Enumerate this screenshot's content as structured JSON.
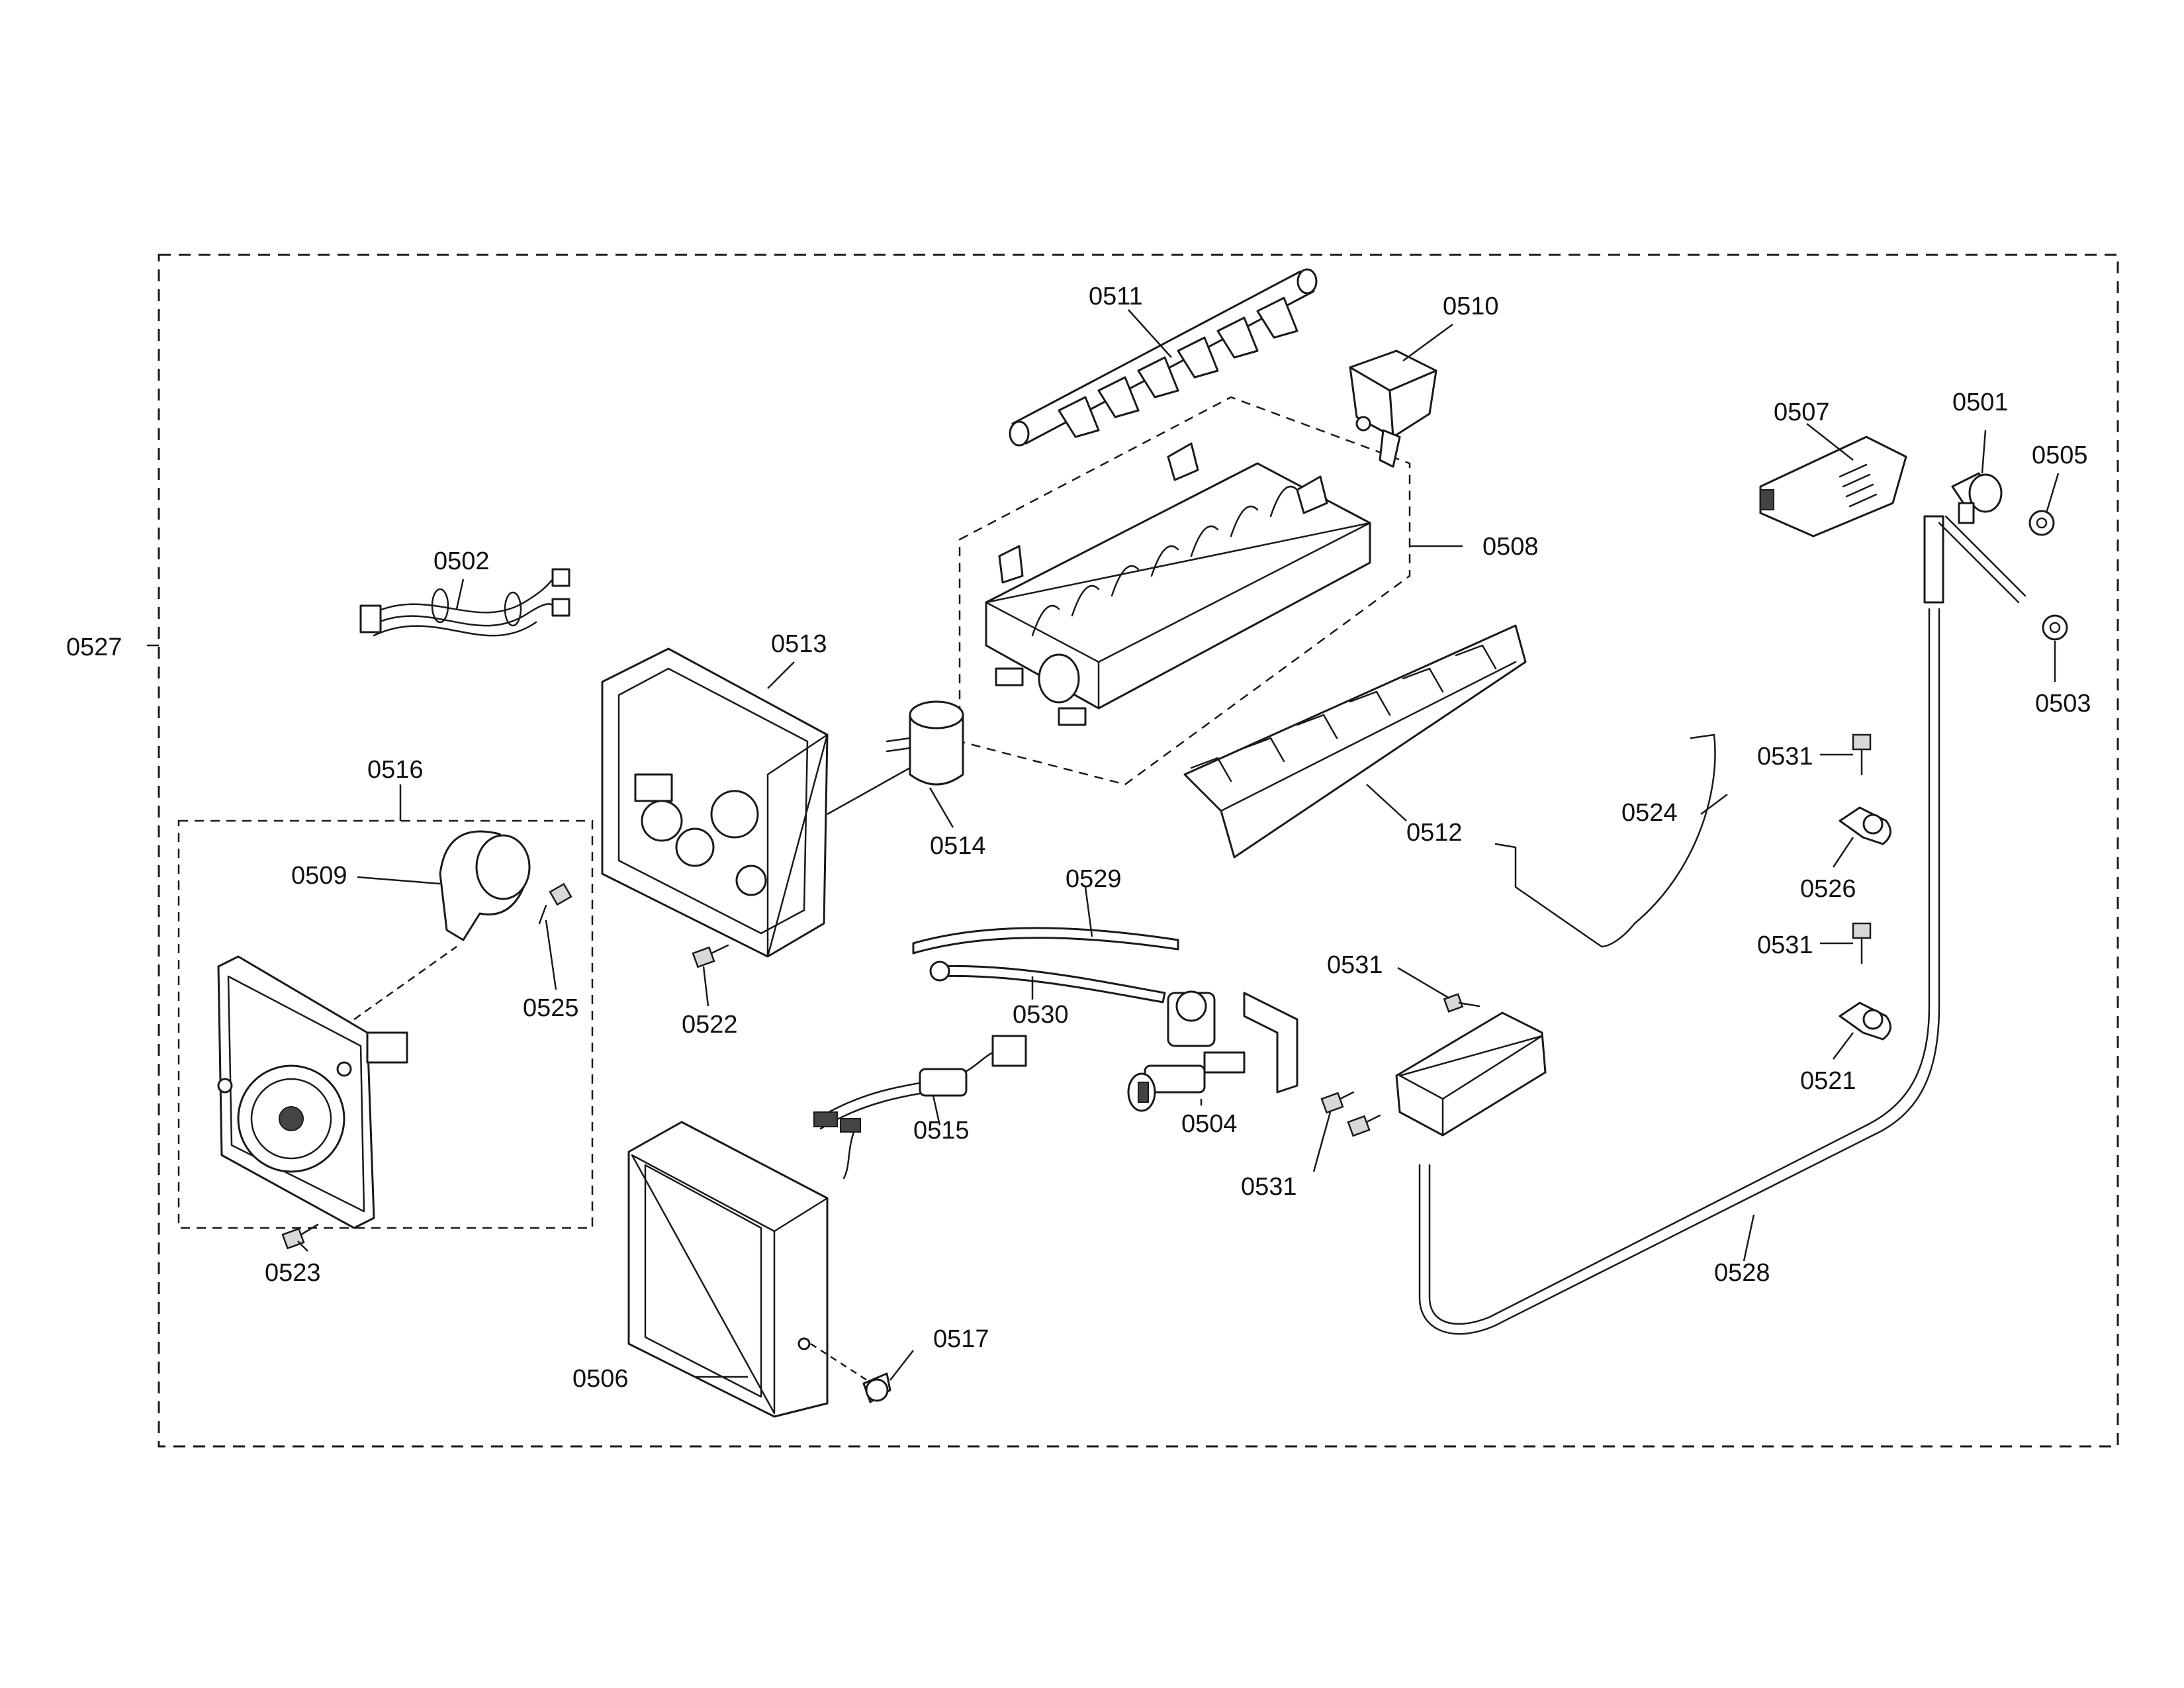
{
  "labels": {
    "p0501": "0501",
    "p0502": "0502",
    "p0503": "0503",
    "p0504": "0504",
    "p0505": "0505",
    "p0506": "0506",
    "p0507": "0507",
    "p0508": "0508",
    "p0509": "0509",
    "p0510": "0510",
    "p0511": "0511",
    "p0512": "0512",
    "p0513": "0513",
    "p0514": "0514",
    "p0515": "0515",
    "p0516": "0516",
    "p0517": "0517",
    "p0521": "0521",
    "p0522": "0522",
    "p0523": "0523",
    "p0524": "0524",
    "p0525": "0525",
    "p0526": "0526",
    "p0527": "0527",
    "p0528": "0528",
    "p0529": "0529",
    "p0530": "0530",
    "p0531a": "0531",
    "p0531b": "0531",
    "p0531c": "0531",
    "p0531d": "0531"
  }
}
